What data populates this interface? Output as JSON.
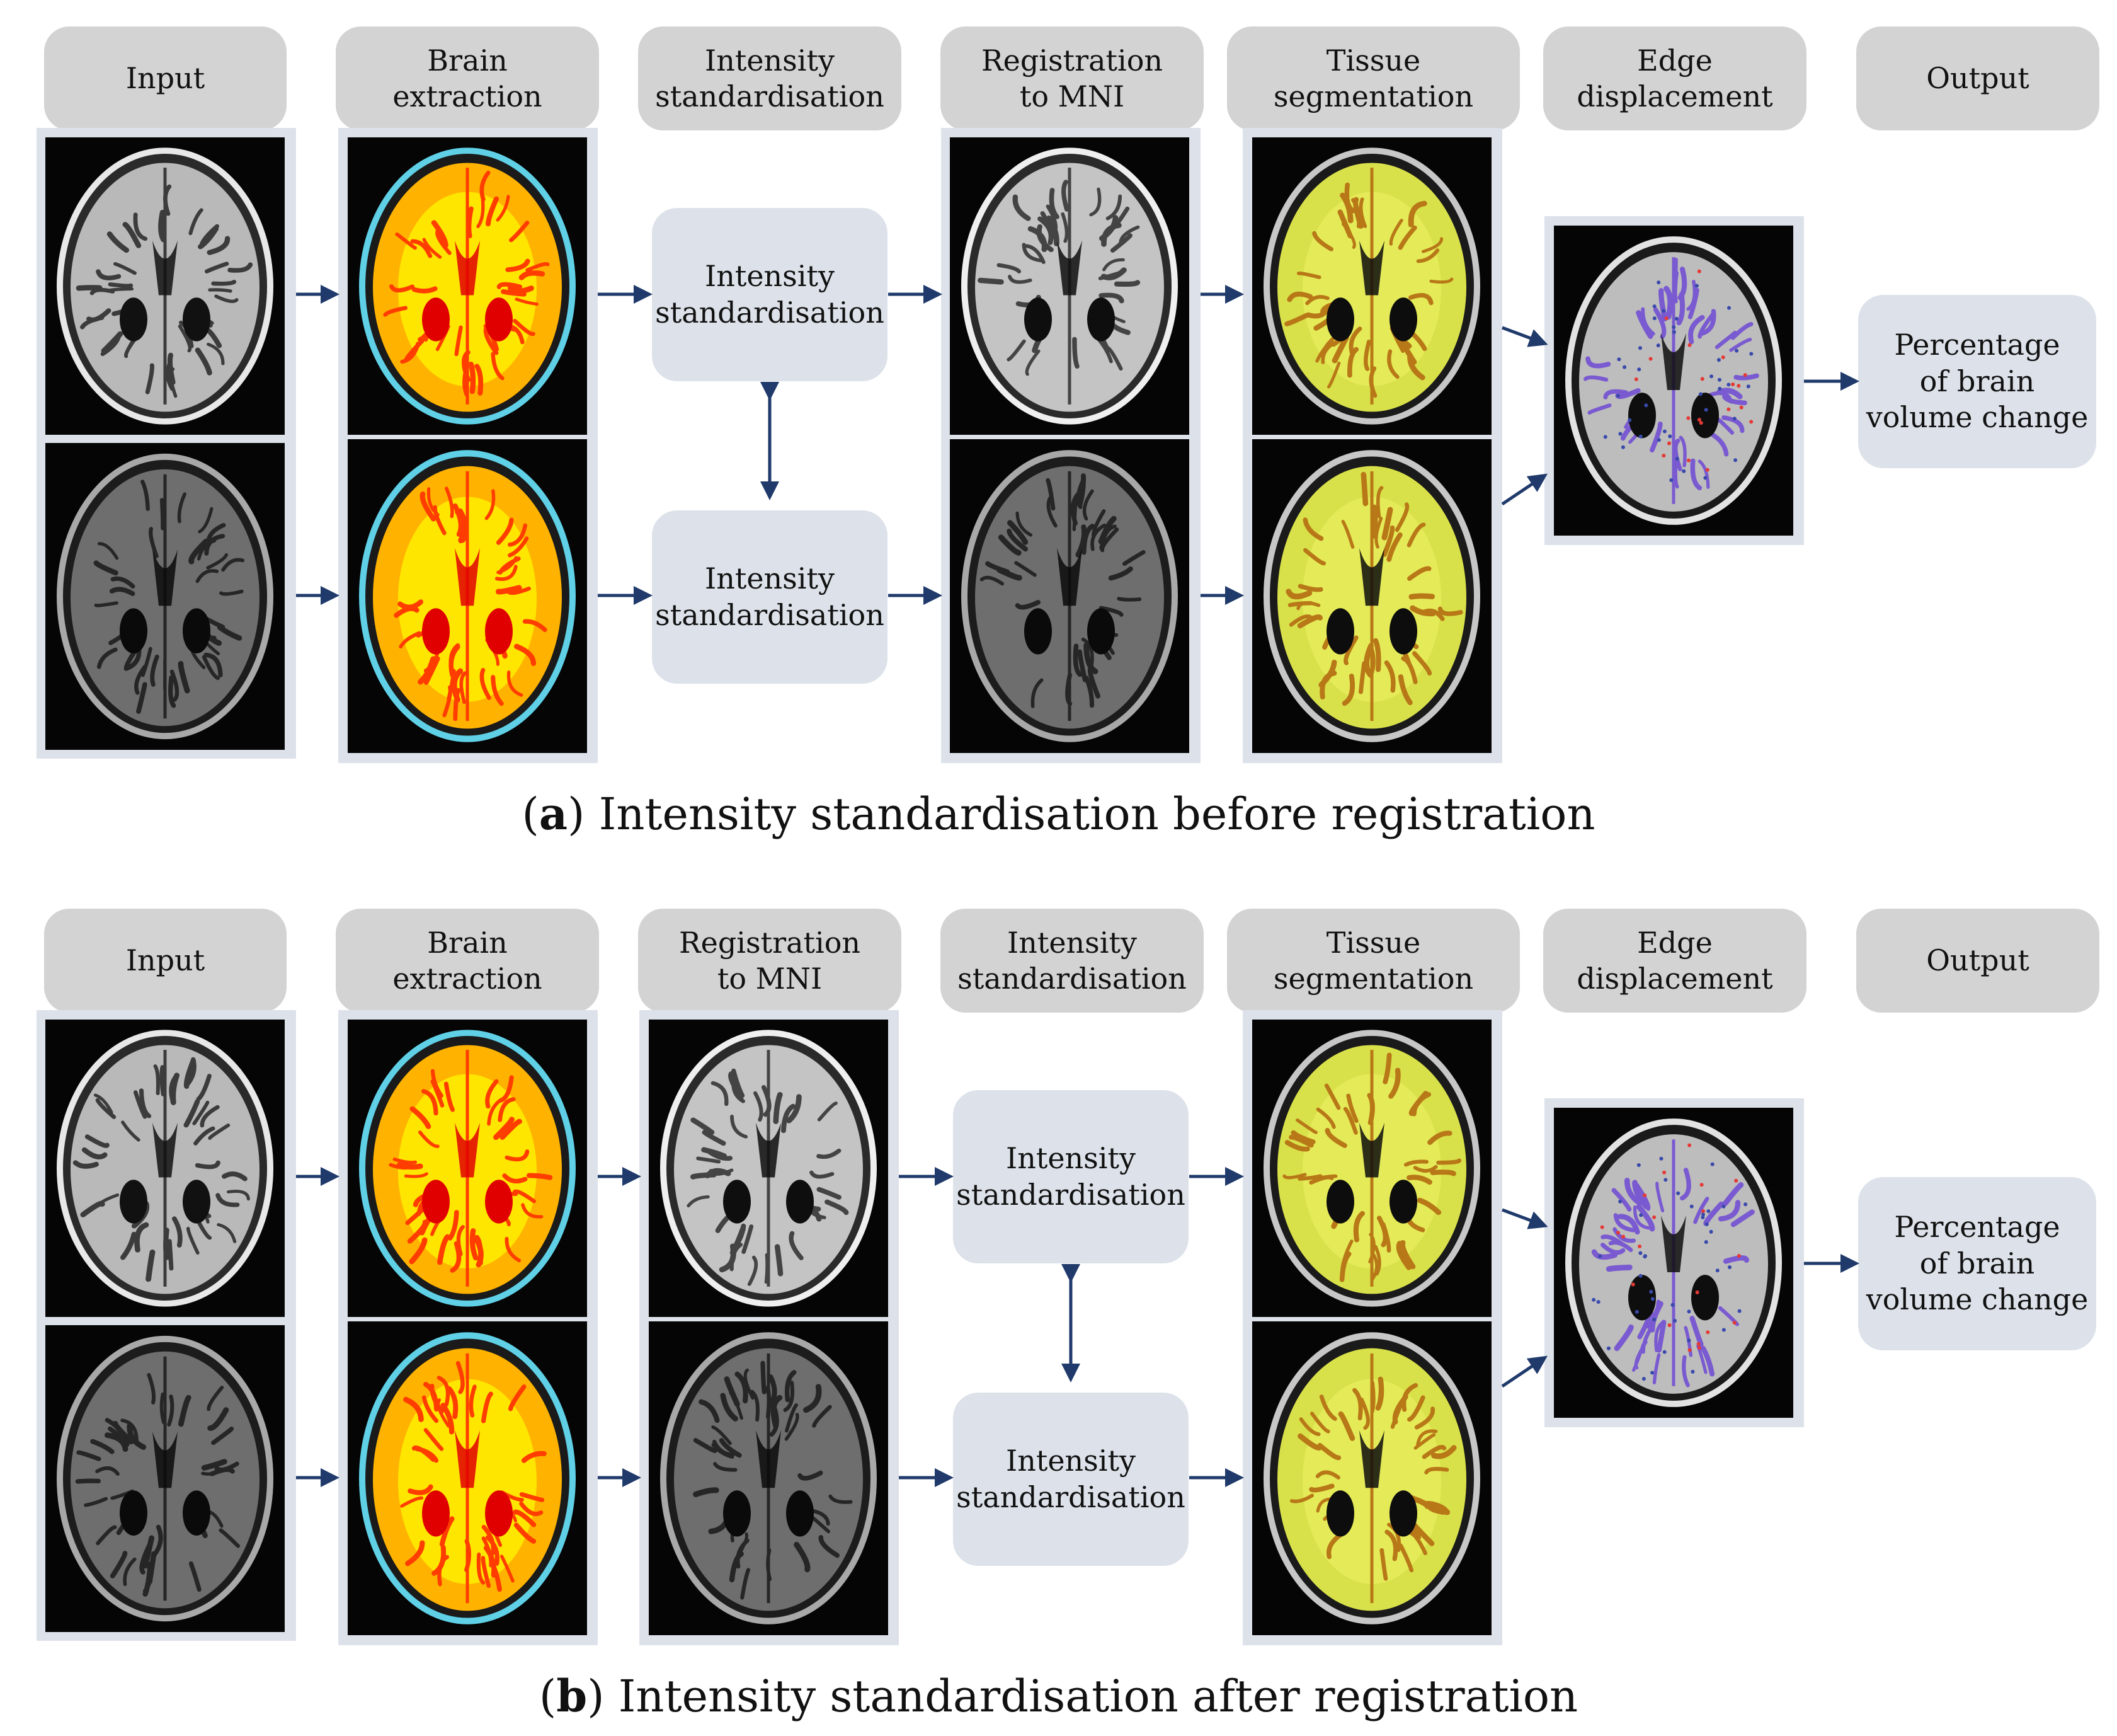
{
  "accent_color": "#1f3a6b",
  "panel_a": {
    "headers": {
      "input": "Input",
      "brain_extraction": "Brain\nextraction",
      "intensity_standardisation": "Intensity\nstandardisation",
      "registration": "Registration\nto MNI",
      "tissue_segmentation": "Tissue segmentation",
      "edge_displacement": "Edge\ndisplacement",
      "output": "Output"
    },
    "box_top": "Intensity\nstandardisation",
    "box_bottom": "Intensity\nstandardisation",
    "output_box": "Percentage\nof brain\nvolume change",
    "caption_letter": "a",
    "caption_text": " Intensity standardisation before registration"
  },
  "panel_b": {
    "headers": {
      "input": "Input",
      "brain_extraction": "Brain\nextraction",
      "registration": "Registration\nto MNI",
      "intensity_standardisation": "Intensity\nstandardisation",
      "tissue_segmentation": "Tissue segmentation",
      "edge_displacement": "Edge\ndisplacement",
      "output": "Output"
    },
    "box_top": "Intensity\nstandardisation",
    "box_bottom": "Intensity\nstandardisation",
    "output_box": "Percentage\nof brain\nvolume change",
    "caption_letter": "b",
    "caption_text": " Intensity standardisation after registration"
  }
}
